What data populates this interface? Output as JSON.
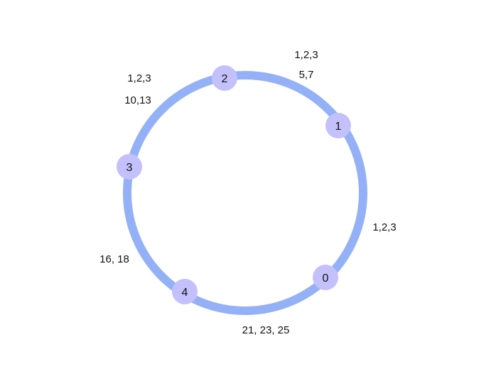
{
  "colors": {
    "ring": "#94b1f7",
    "node_fill": "#c3c0fb",
    "text": "#111111",
    "background": "#ffffff"
  },
  "nodes": [
    {
      "id": "0",
      "label": "0"
    },
    {
      "id": "1",
      "label": "1"
    },
    {
      "id": "2",
      "label": "2"
    },
    {
      "id": "3",
      "label": "3"
    },
    {
      "id": "4",
      "label": "4"
    }
  ],
  "labels": {
    "top_right_line1": "1,2,3",
    "top_right_line2": "5,7",
    "top_left_line1": "1,2,3",
    "top_left_line2": "10,13",
    "right": "1,2,3",
    "left": "16, 18",
    "bottom": "21, 23, 25"
  }
}
